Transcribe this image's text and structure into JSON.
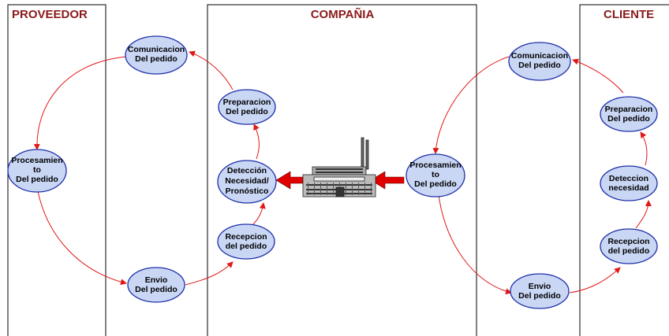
{
  "headers": {
    "proveedor": "PROVEEDOR",
    "compania": "COMPAÑIA",
    "cliente": "CLIENTE"
  },
  "nodes": {
    "s_comunicacion": [
      "Comunicacion",
      "Del pedido"
    ],
    "s_procesamiento": [
      "Procesamien",
      "to",
      "Del pedido"
    ],
    "s_envio": [
      "Envio",
      "Del pedido"
    ],
    "c_preparacion": [
      "Preparacion",
      "Del pedido"
    ],
    "c_deteccion": [
      "Detección",
      "Necesidad/",
      "Pronóstico"
    ],
    "c_recepcion": [
      "Recepcion",
      "del pedido"
    ],
    "k_comunicacion": [
      "Comunicacion",
      "Del pedido"
    ],
    "k_procesamiento": [
      "Procesamien",
      "to",
      "Del pedido"
    ],
    "k_envio": [
      "Envio",
      "Del pedido"
    ],
    "k_preparacion": [
      "Preparacion",
      "Del pedido"
    ],
    "k_deteccion": [
      "Deteccion",
      "necesidad"
    ],
    "k_recepcion": [
      "Recepcion",
      "del pedido"
    ]
  },
  "colors": {
    "header": "#8b1a1a",
    "node_fill": "#c9d7f5",
    "node_stroke": "#1f2fa8",
    "flow_arrow": "#e01818",
    "big_arrow": "#e00000"
  },
  "icons": {
    "factory": "factory-icon"
  }
}
